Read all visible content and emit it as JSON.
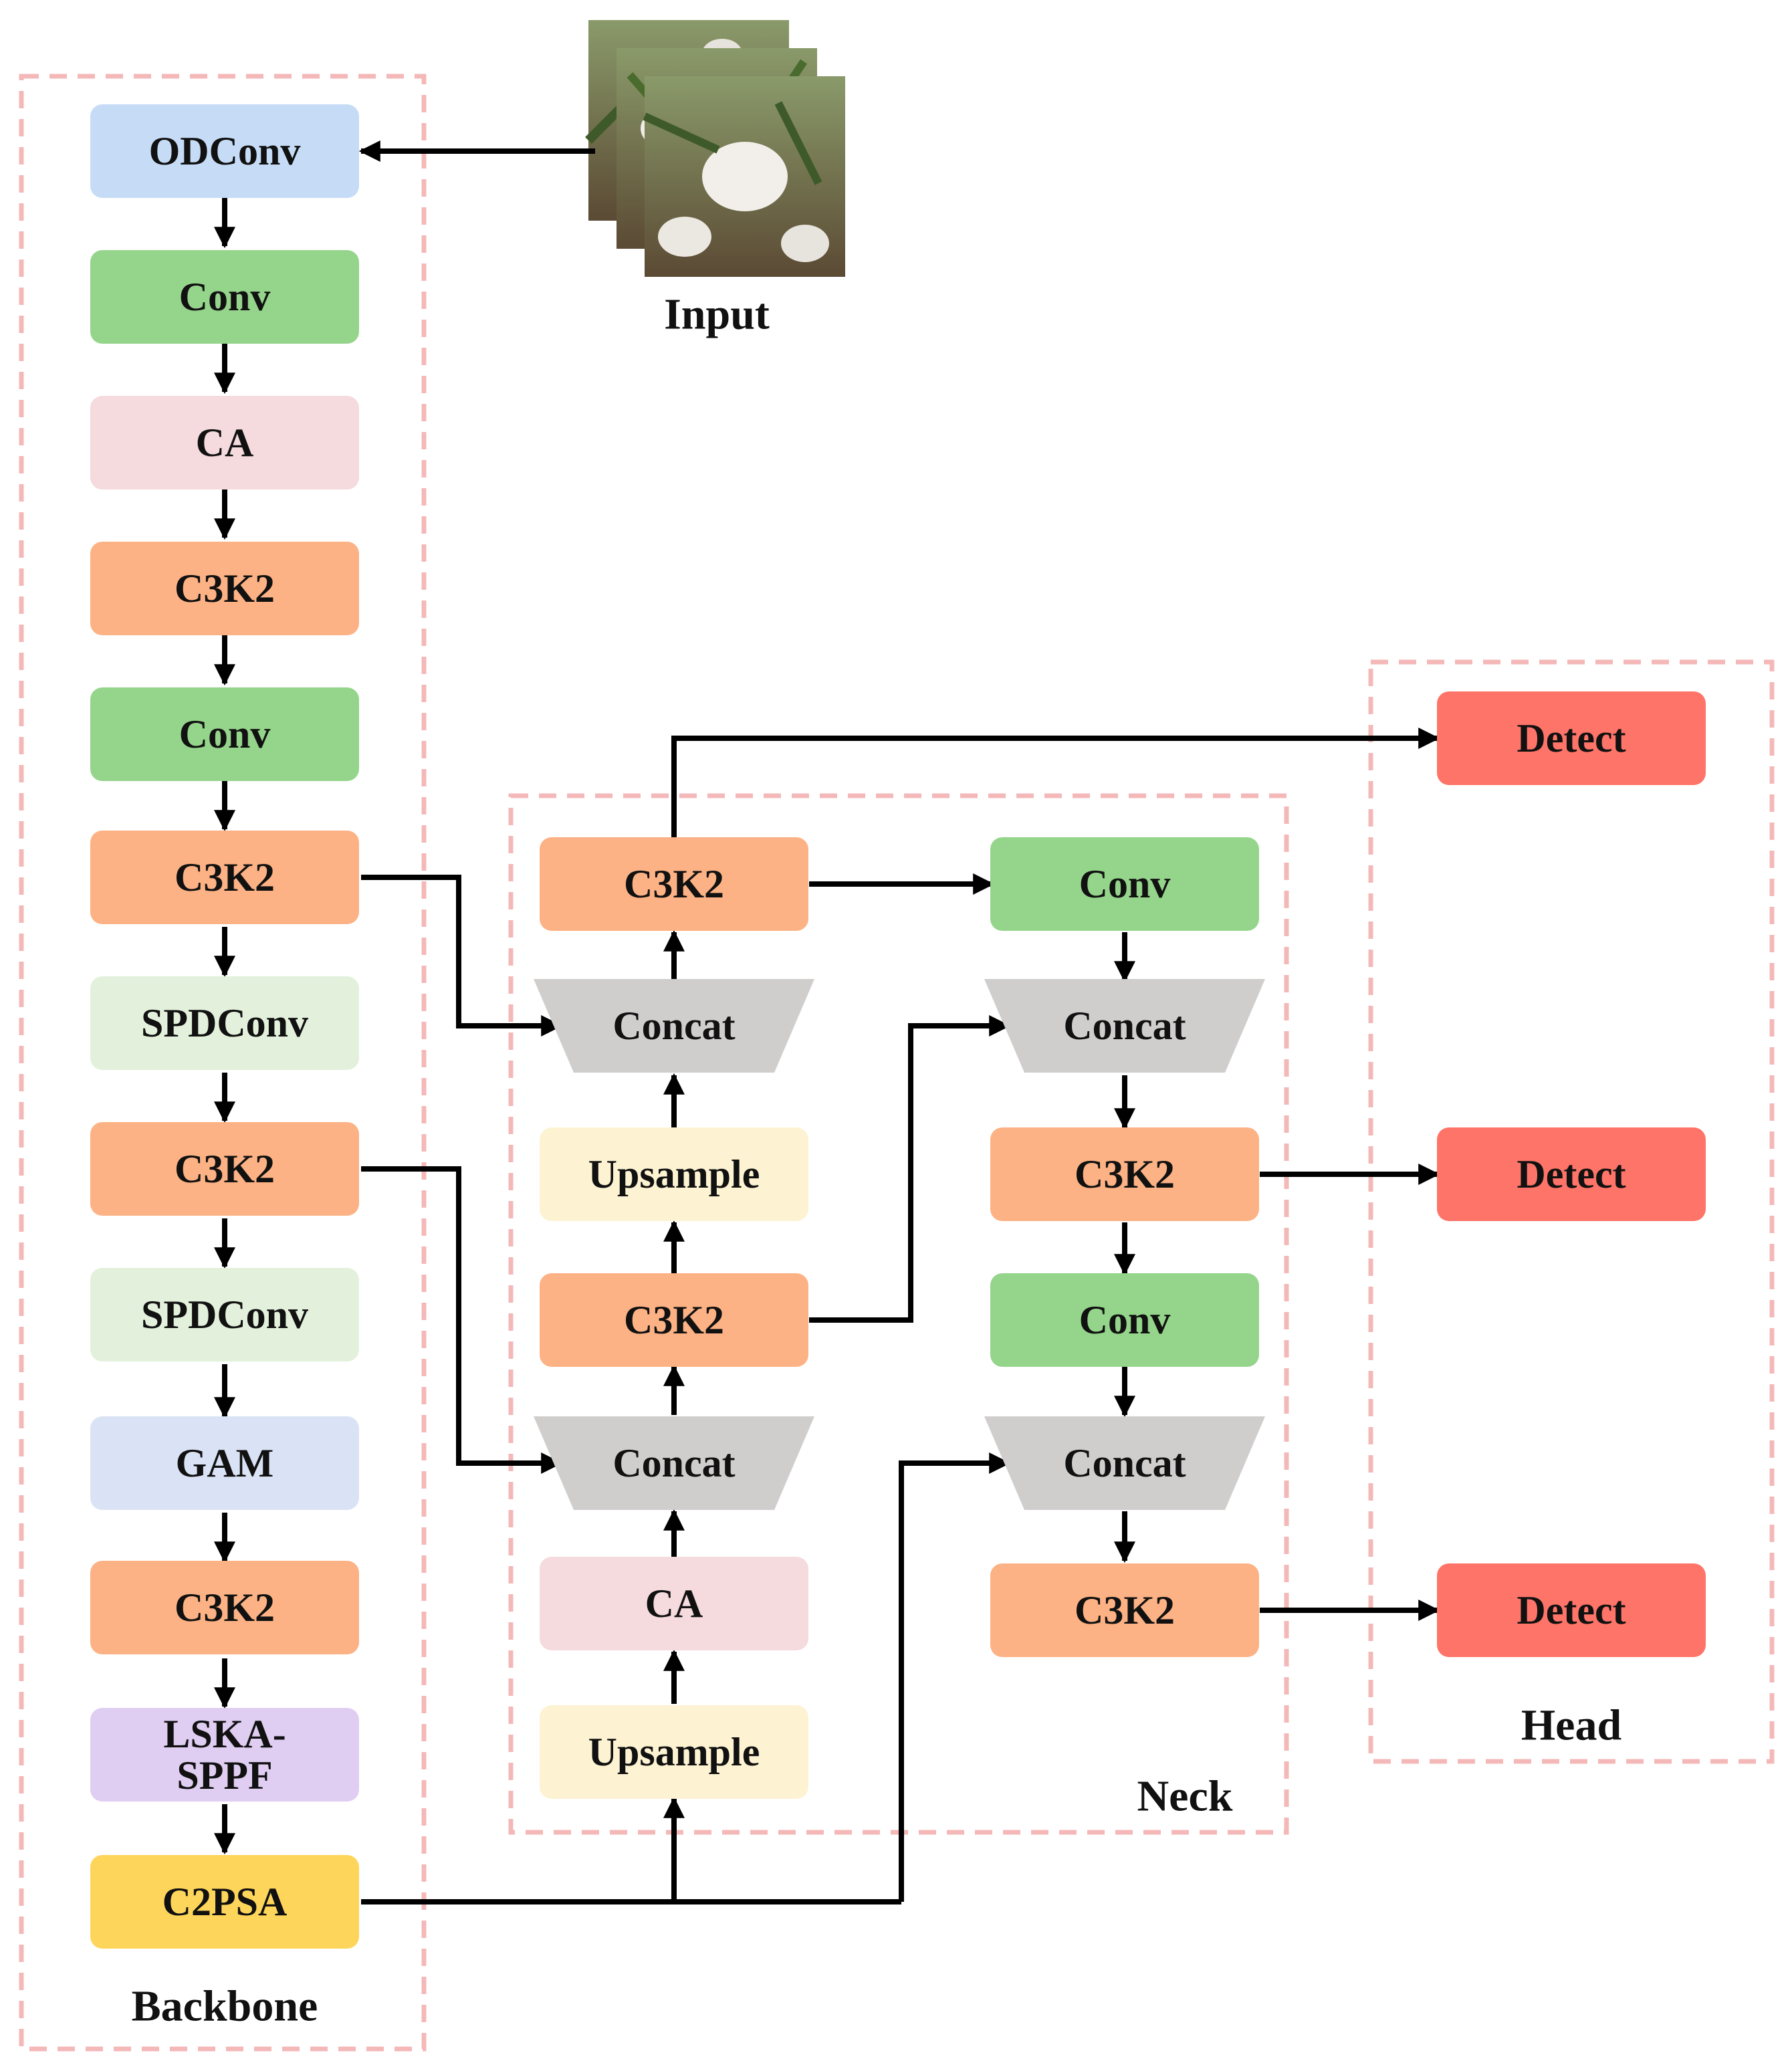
{
  "input_label": "Input",
  "sections": {
    "backbone": "Backbone",
    "neck": "Neck",
    "head": "Head"
  },
  "colors": {
    "odconv": "#c6dcf6",
    "conv": "#95d58b",
    "ca": "#f5dade",
    "c3k2": "#fcb284",
    "spdconv": "#e3f1dc",
    "gam": "#dae3f5",
    "lska": "#dfcef2",
    "c2psa": "#fdd55a",
    "upsample": "#fdf3d2",
    "concat": "#d0cdcd",
    "detect": "#fe7468",
    "frame": "#f4b8b8"
  },
  "backbone_blocks": [
    {
      "id": "b-odconv",
      "label": "ODConv",
      "color": "odconv"
    },
    {
      "id": "b-conv-1",
      "label": "Conv",
      "color": "conv"
    },
    {
      "id": "b-ca",
      "label": "CA",
      "color": "ca"
    },
    {
      "id": "b-c3k2-1",
      "label": "C3K2",
      "color": "c3k2"
    },
    {
      "id": "b-conv-2",
      "label": "Conv",
      "color": "conv"
    },
    {
      "id": "b-c3k2-2",
      "label": "C3K2",
      "color": "c3k2"
    },
    {
      "id": "b-spdconv-1",
      "label": "SPDConv",
      "color": "spdconv"
    },
    {
      "id": "b-c3k2-3",
      "label": "C3K2",
      "color": "c3k2"
    },
    {
      "id": "b-spdconv-2",
      "label": "SPDConv",
      "color": "spdconv"
    },
    {
      "id": "b-gam",
      "label": "GAM",
      "color": "gam"
    },
    {
      "id": "b-c3k2-4",
      "label": "C3K2",
      "color": "c3k2"
    },
    {
      "id": "b-lska-sppf",
      "label": "LSKA-\nSPPF",
      "color": "lska"
    },
    {
      "id": "b-c2psa",
      "label": "C2PSA",
      "color": "c2psa"
    }
  ],
  "neck_left": [
    {
      "id": "n1-c3k2-top",
      "label": "C3K2",
      "color": "c3k2"
    },
    {
      "id": "n1-concat-1",
      "label": "Concat",
      "color": "concat",
      "shape": "trap"
    },
    {
      "id": "n1-upsample-1",
      "label": "Upsample",
      "color": "upsample"
    },
    {
      "id": "n1-c3k2-mid",
      "label": "C3K2",
      "color": "c3k2"
    },
    {
      "id": "n1-concat-2",
      "label": "Concat",
      "color": "concat",
      "shape": "trap"
    },
    {
      "id": "n1-ca",
      "label": "CA",
      "color": "ca"
    },
    {
      "id": "n1-upsample-2",
      "label": "Upsample",
      "color": "upsample"
    }
  ],
  "neck_right": [
    {
      "id": "n2-conv-1",
      "label": "Conv",
      "color": "conv"
    },
    {
      "id": "n2-concat-1",
      "label": "Concat",
      "color": "concat",
      "shape": "trap"
    },
    {
      "id": "n2-c3k2-1",
      "label": "C3K2",
      "color": "c3k2"
    },
    {
      "id": "n2-conv-2",
      "label": "Conv",
      "color": "conv"
    },
    {
      "id": "n2-concat-2",
      "label": "Concat",
      "color": "concat",
      "shape": "trap"
    },
    {
      "id": "n2-c3k2-2",
      "label": "C3K2",
      "color": "c3k2"
    }
  ],
  "head_blocks": [
    {
      "id": "h-detect-1",
      "label": "Detect",
      "color": "detect"
    },
    {
      "id": "h-detect-2",
      "label": "Detect",
      "color": "detect"
    },
    {
      "id": "h-detect-3",
      "label": "Detect",
      "color": "detect"
    }
  ]
}
